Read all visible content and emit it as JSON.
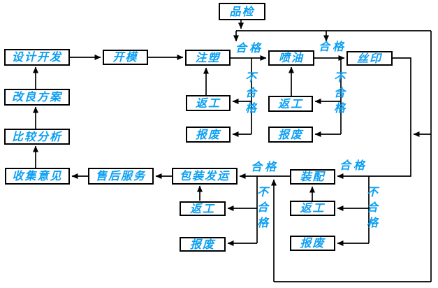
{
  "diagram": {
    "type": "flowchart",
    "language": "zh-CN",
    "colors": {
      "node_text": "#0b9ff2",
      "connector": "#000000",
      "node_border": "#000000",
      "background": "#ffffff"
    },
    "nodes": {
      "quality_check": "品检",
      "design_dev": "设计开发",
      "mold_making": "开模",
      "injection": "注塑",
      "spray_paint": "喷油",
      "silk_print": "丝印",
      "assembly": "装配",
      "packing_shipping": "包装发运",
      "after_sales": "售后服务",
      "collect_feedback": "收集意见",
      "comparative_analysis": "比较分析",
      "improvement_plan": "改良方案",
      "rework": "返工",
      "scrap": "报废"
    },
    "edge_labels": {
      "pass": "合格",
      "fail": "不合格"
    }
  }
}
